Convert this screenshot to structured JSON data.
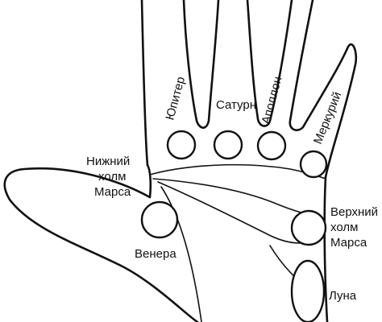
{
  "diagram": {
    "labels": {
      "jupiter": "Юпитер",
      "saturn": "Сатурн",
      "apollo": "Аполлон",
      "mercury": "Меркурий",
      "lower_mars": [
        "Нижний",
        "холм",
        "Марса"
      ],
      "upper_mars": [
        "Верхний",
        "холм",
        "Марса"
      ],
      "venus": "Венера",
      "moon": "Луна"
    },
    "colors": {
      "ink": "#111111",
      "background": "#ffffff"
    }
  }
}
